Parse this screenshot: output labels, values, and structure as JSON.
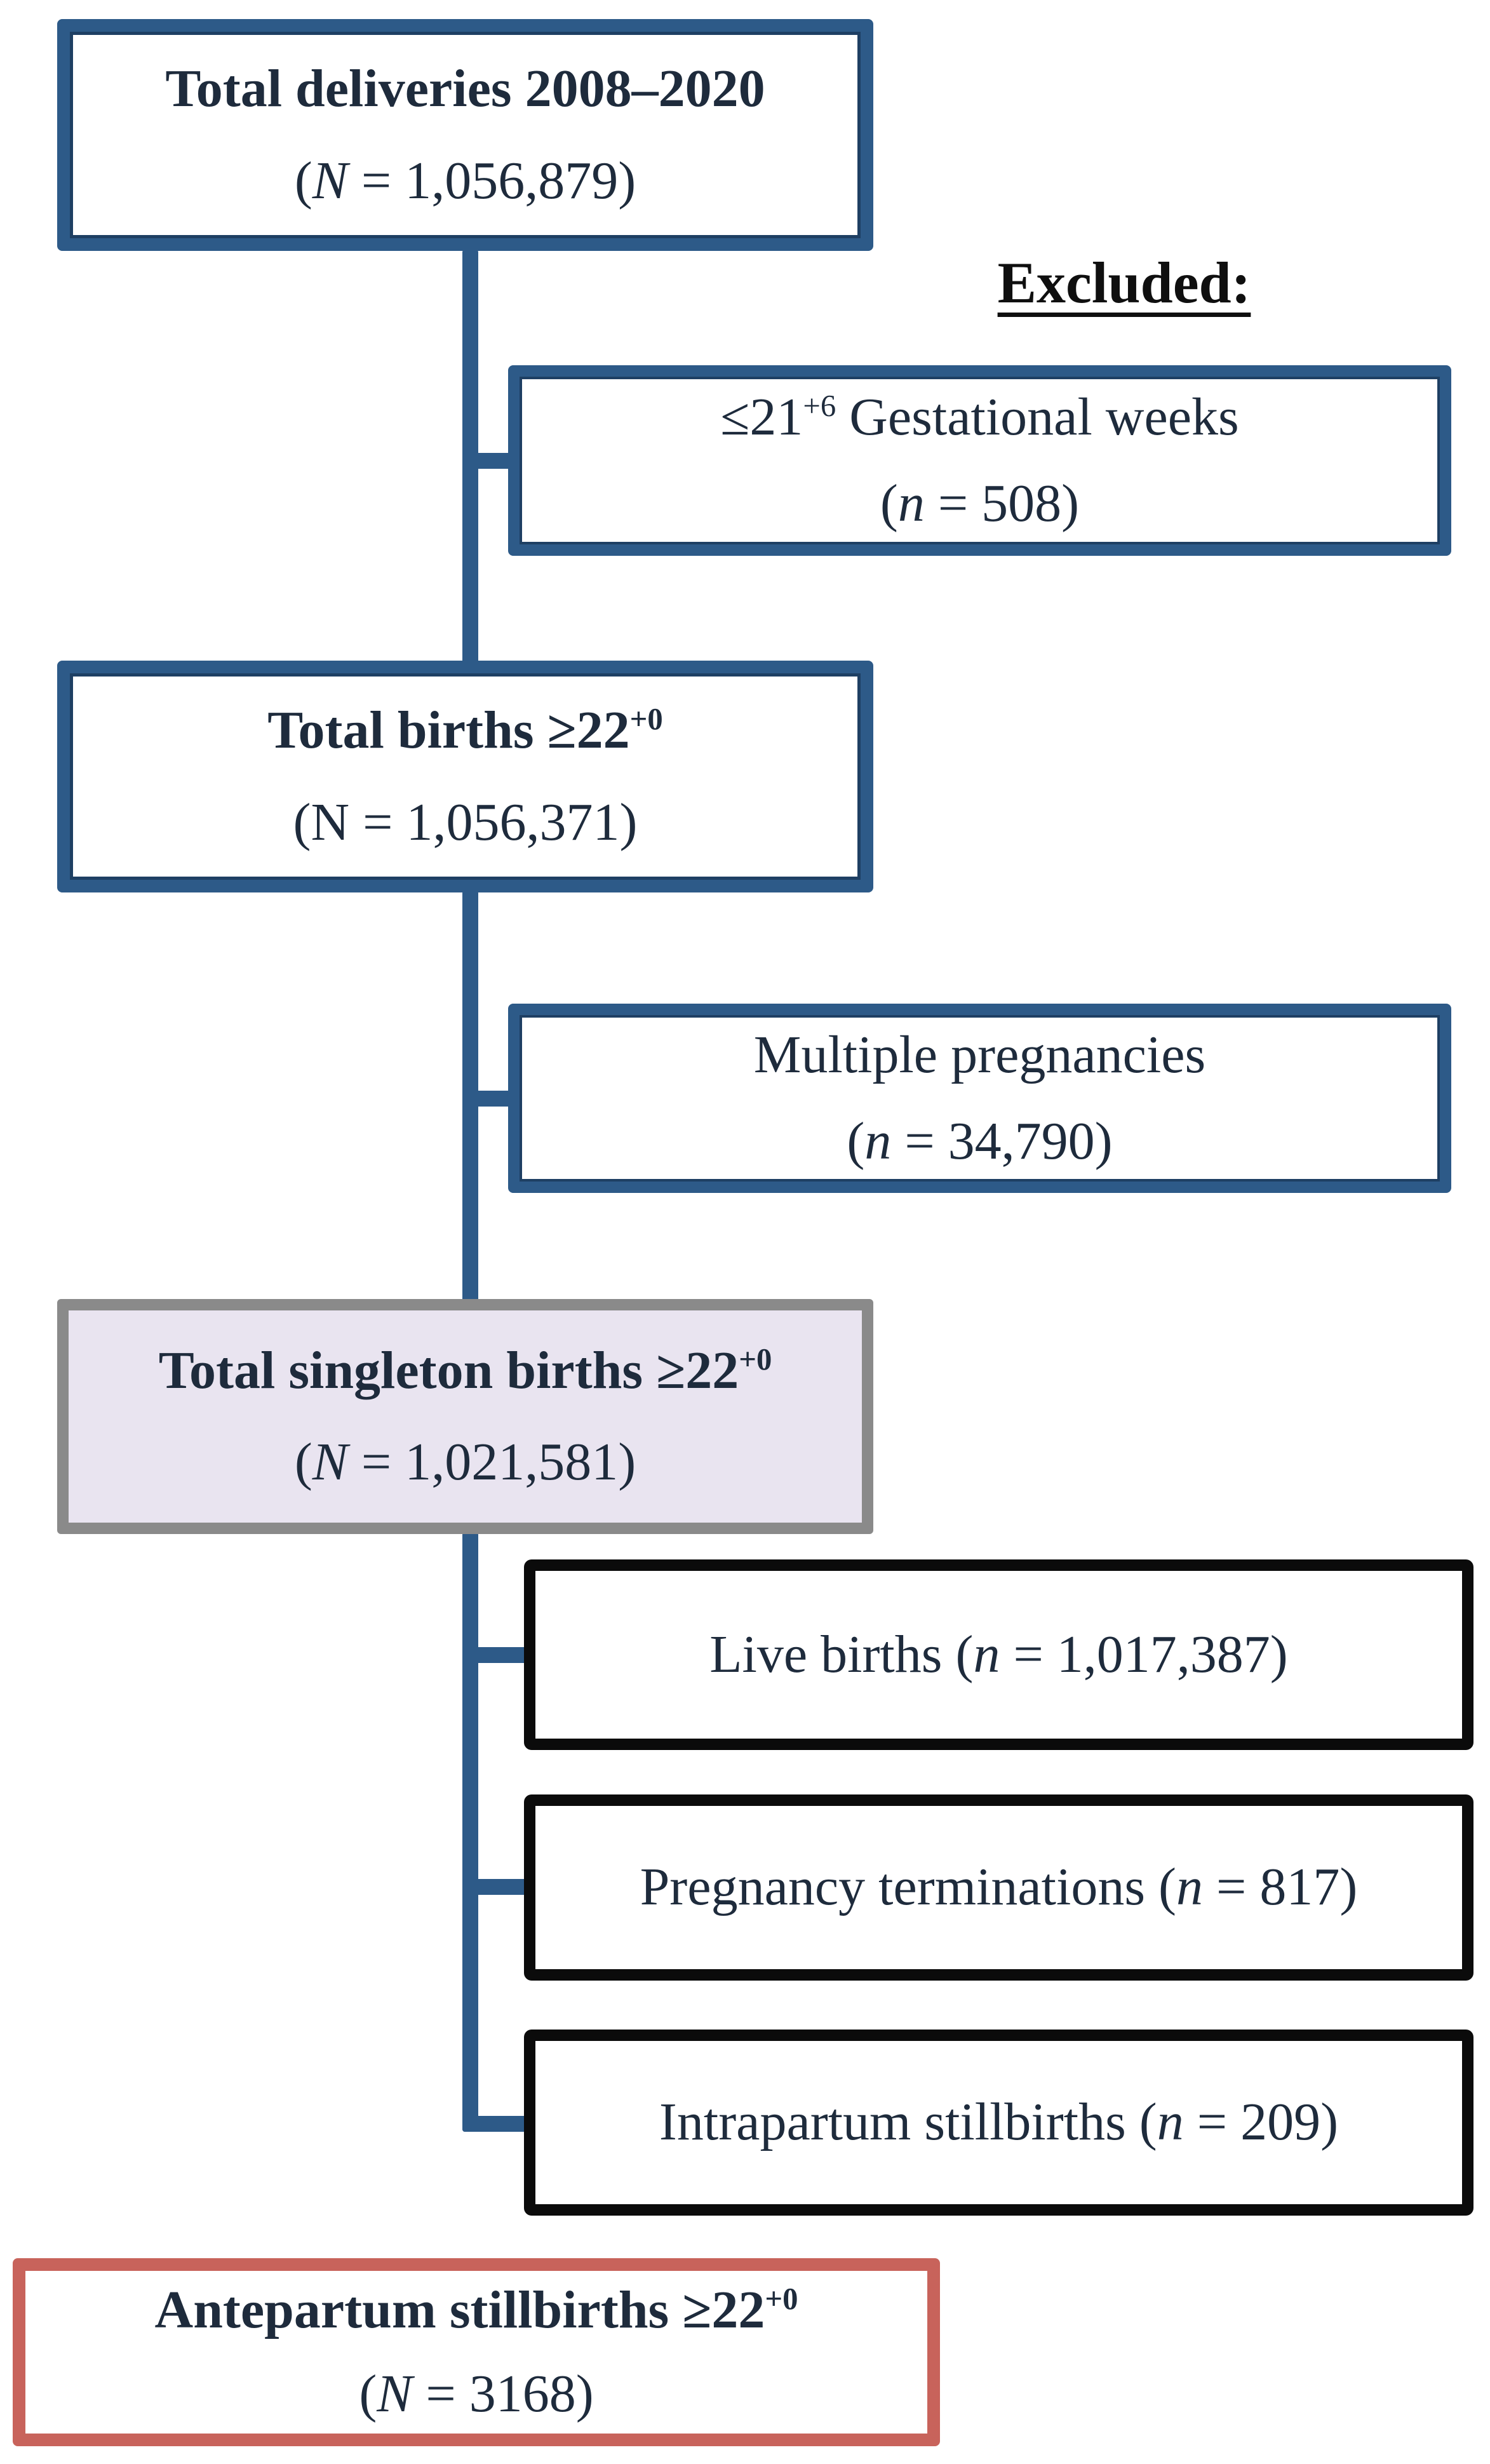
{
  "colors": {
    "box_border_blue": "#2d5a88",
    "box_border_blue_inner": "#1e3f63",
    "box_border_black": "#0b0b0b",
    "box_border_gray": "#8a8a8a",
    "box_fill_lavender": "#e9e4f0",
    "box_border_red": "#c8635b",
    "connector_blue": "#2d5a88",
    "text_navy": "#1e2b3c",
    "heading_black": "#0f0f0f"
  },
  "flowchart": {
    "excluded_heading": "Excluded:",
    "nodes": {
      "total_deliveries": {
        "title": "Total deliveries 2008–2020",
        "title_sup": "",
        "count_open": "(",
        "count_var": "N",
        "count_rest": " = 1,056,879)"
      },
      "gestational_exclusion": {
        "line_pre": "≤21",
        "line_sup": "+6",
        "line_post": " Gestational weeks",
        "count_open": "(",
        "count_var": "n",
        "count_rest": " = 508)"
      },
      "total_births": {
        "title": "Total births ≥22",
        "title_sup": "+0",
        "count_open": "(",
        "count_var": "N",
        "count_rest": " = 1,056,371)"
      },
      "multiple_pregnancies": {
        "line_pre": "Multiple pregnancies",
        "line_sup": "",
        "line_post": "",
        "count_open": "(",
        "count_var": "n",
        "count_rest": " = 34,790)"
      },
      "total_singleton": {
        "title": "Total singleton births ≥22",
        "title_sup": "+0",
        "count_open": "(",
        "count_var": "N",
        "count_rest": " = 1,021,581)"
      },
      "live_births": {
        "text_pre": "Live births (",
        "var": "n",
        "text_rest": " = 1,017,387)"
      },
      "pregnancy_terminations": {
        "text_pre": "Pregnancy terminations (",
        "var": "n",
        "text_rest": " = 817)"
      },
      "intrapartum_stillbirths": {
        "text_pre": "Intrapartum stillbirths (",
        "var": "n",
        "text_rest": " = 209)"
      },
      "antepartum_stillbirths": {
        "title": "Antepartum stillbirths ≥22",
        "title_sup": "+0",
        "count_open": "(",
        "count_var": "N",
        "count_rest": " = 3168)"
      }
    }
  }
}
